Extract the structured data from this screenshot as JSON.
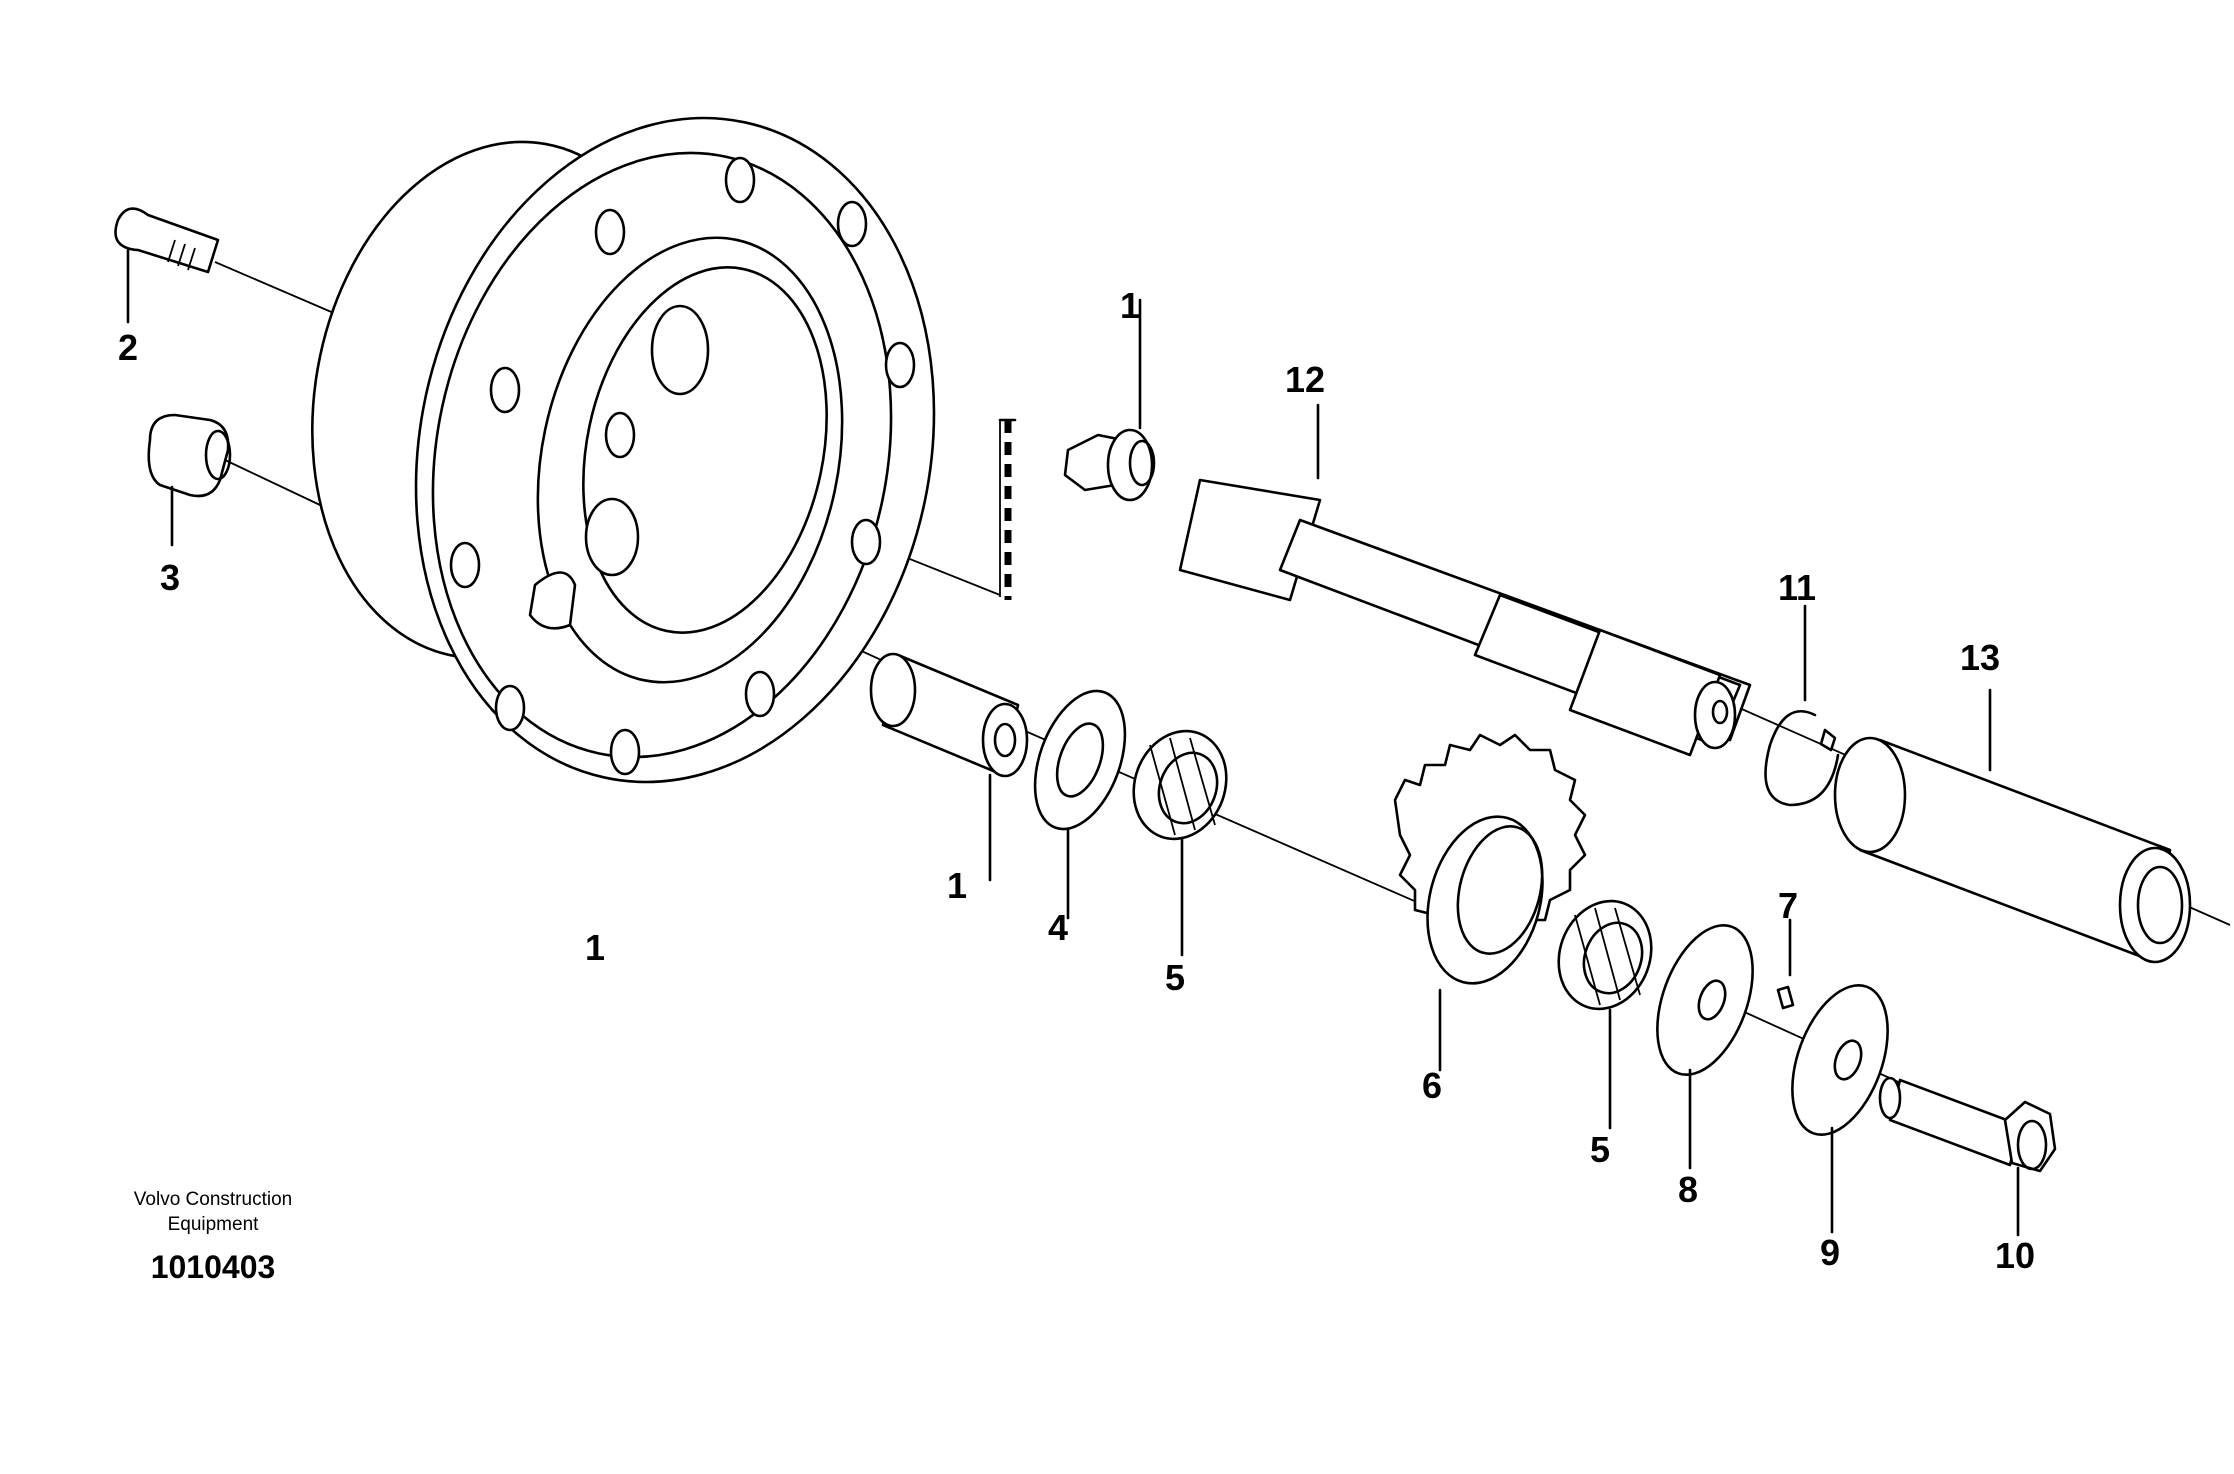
{
  "callouts": [
    {
      "id": "label-1-flange-screw",
      "text": "1"
    },
    {
      "id": "label-12",
      "text": "12"
    },
    {
      "id": "label-2",
      "text": "2"
    },
    {
      "id": "label-3",
      "text": "3"
    },
    {
      "id": "label-11",
      "text": "11"
    },
    {
      "id": "label-13",
      "text": "13"
    },
    {
      "id": "label-1-bushing",
      "text": "1"
    },
    {
      "id": "label-4",
      "text": "4"
    },
    {
      "id": "label-1-housing",
      "text": "1"
    },
    {
      "id": "label-5-upper",
      "text": "5"
    },
    {
      "id": "label-7",
      "text": "7"
    },
    {
      "id": "label-6",
      "text": "6"
    },
    {
      "id": "label-5-lower",
      "text": "5"
    },
    {
      "id": "label-8",
      "text": "8"
    },
    {
      "id": "label-9",
      "text": "9"
    },
    {
      "id": "label-10",
      "text": "10"
    }
  ],
  "footer": {
    "maker_line1": "Volvo Construction",
    "maker_line2": "Equipment",
    "doc_number": "1010403"
  }
}
